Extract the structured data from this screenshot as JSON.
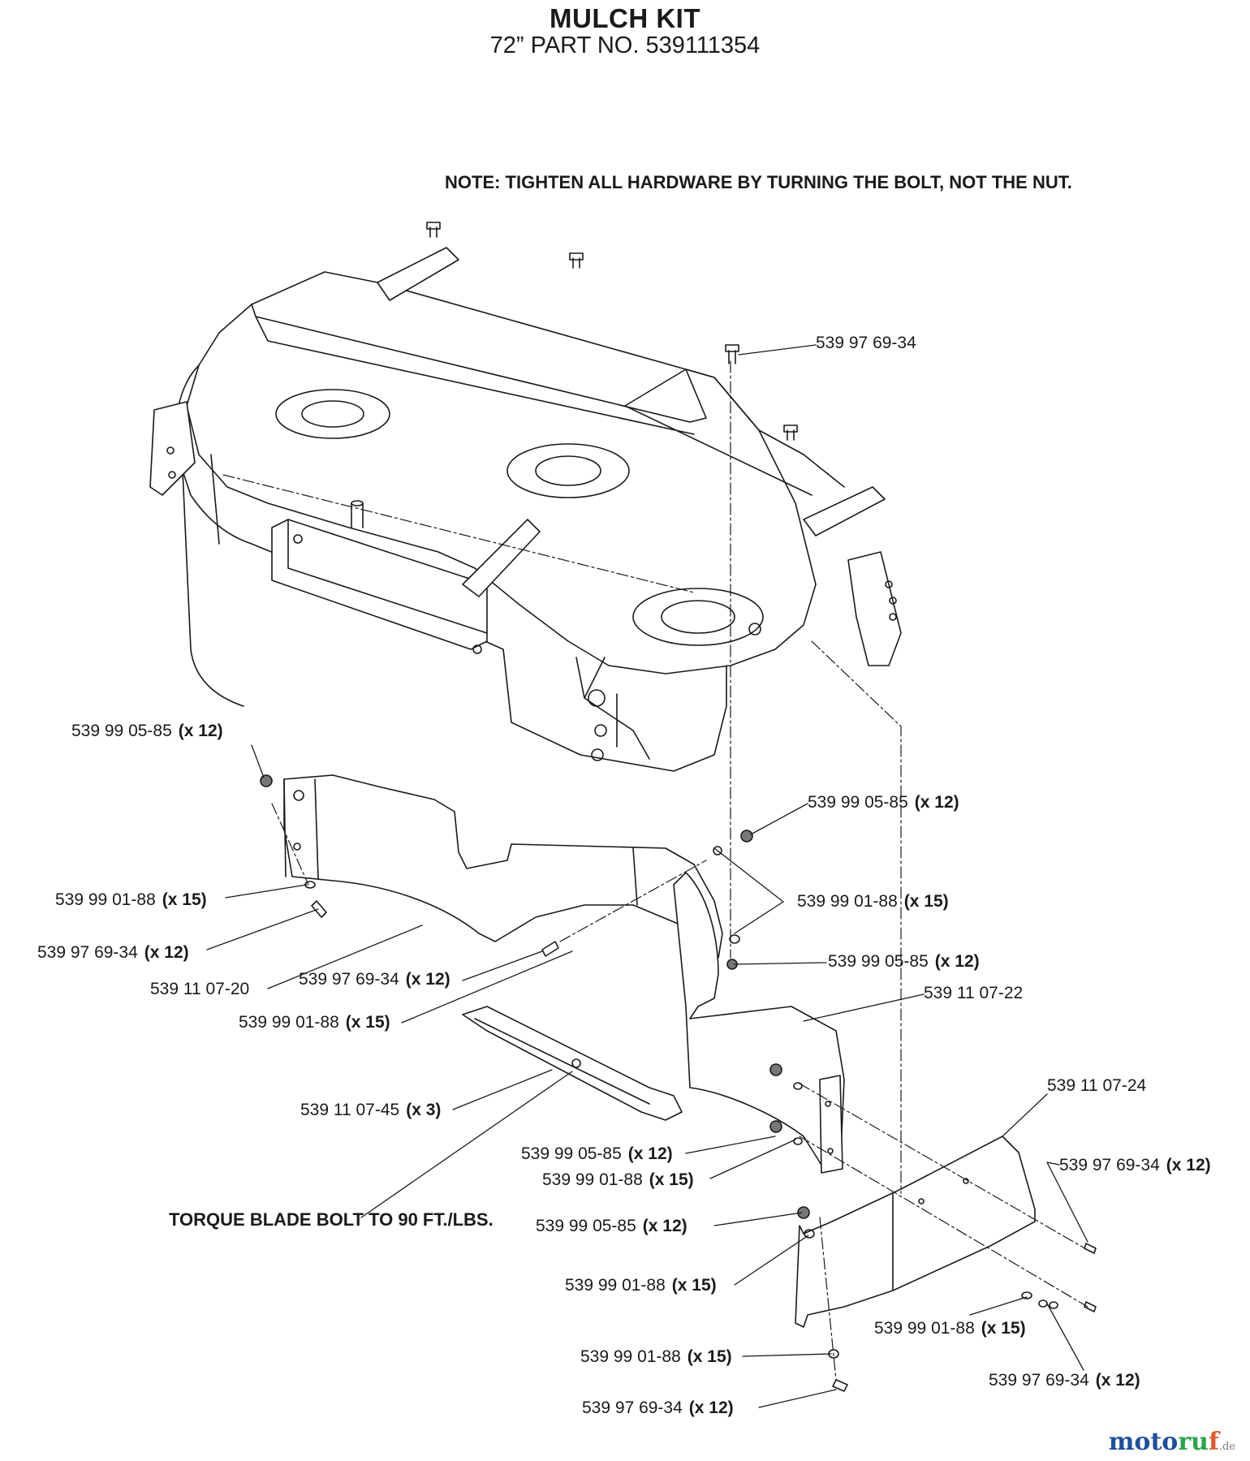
{
  "header": {
    "title": "MULCH KIT",
    "subtitle": "72” PART NO. 539111354"
  },
  "notes": {
    "tighten": "NOTE: TIGHTEN ALL HARDWARE BY TURNING THE BOLT, NOT THE NUT.",
    "torque": "TORQUE BLADE BOLT TO 90 FT./LBS."
  },
  "callouts": [
    {
      "part": "539 97 69-34",
      "qty": ""
    },
    {
      "part": "539 99 05-85",
      "qty": "(x 12)"
    },
    {
      "part": "539 99 05-85",
      "qty": "(x 12)"
    },
    {
      "part": "539 99 01-88",
      "qty": "(x 15)"
    },
    {
      "part": "539 99 01-88",
      "qty": "(x 15)"
    },
    {
      "part": "539 97 69-34",
      "qty": "(x 12)"
    },
    {
      "part": "539 99 05-85",
      "qty": "(x 12)"
    },
    {
      "part": "539 11 07-20",
      "qty": ""
    },
    {
      "part": "539 97 69-34",
      "qty": "(x 12)"
    },
    {
      "part": "539 11 07-22",
      "qty": ""
    },
    {
      "part": "539 99 01-88",
      "qty": "(x 15)"
    },
    {
      "part": "539 11 07-24",
      "qty": ""
    },
    {
      "part": "539 11 07-45",
      "qty": "(x 3)"
    },
    {
      "part": "539 97 69-34",
      "qty": "(x 12)"
    },
    {
      "part": "539 99 05-85",
      "qty": "(x 12)"
    },
    {
      "part": "539 99 01-88",
      "qty": "(x 15)"
    },
    {
      "part": "539 99 05-85",
      "qty": "(x 12)"
    },
    {
      "part": "539 99 01-88",
      "qty": "(x 15)"
    },
    {
      "part": "539 99 01-88",
      "qty": "(x 15)"
    },
    {
      "part": "539 99 01-88",
      "qty": "(x 15)"
    },
    {
      "part": "539 97 69-34",
      "qty": "(x 12)"
    },
    {
      "part": "539 97 69-34",
      "qty": "(x 12)"
    }
  ],
  "watermark": {
    "part1": "moto",
    "part2": "ru",
    "part3": "f",
    "suffix": ".de"
  },
  "colors": {
    "line": "#1a1a1a",
    "brand_blue": "#1e4fa0",
    "brand_green": "#2aa54a",
    "brand_orange": "#e3582b"
  }
}
